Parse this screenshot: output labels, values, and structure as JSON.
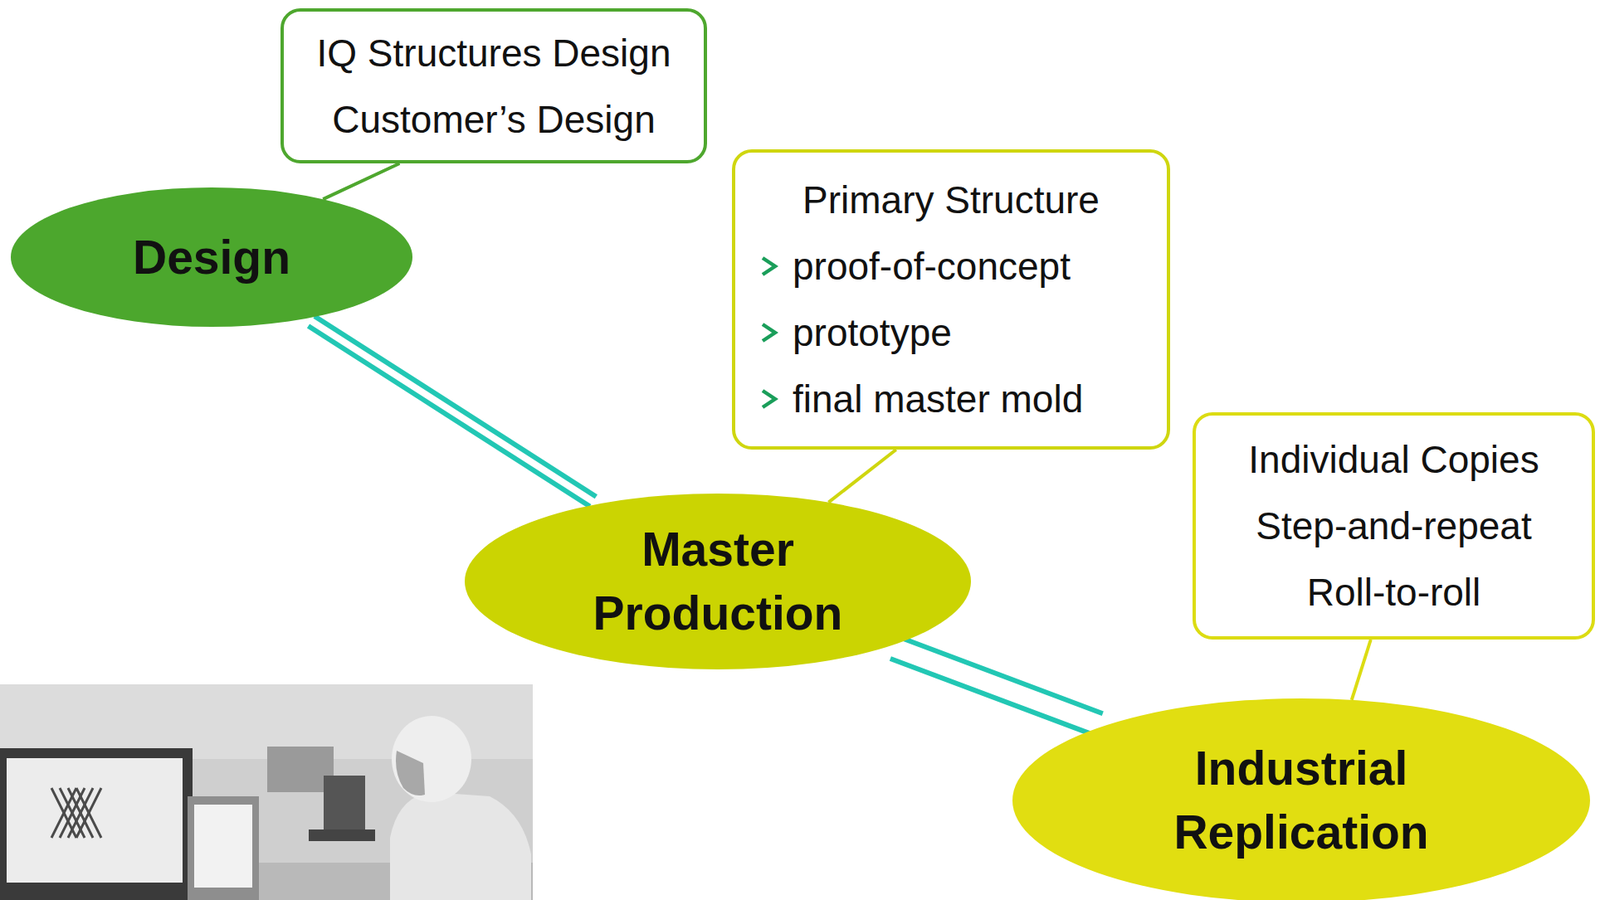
{
  "diagram": {
    "nodes": [
      {
        "text": [
          "IQ Structures Design",
          "Customer’s Design"
        ]
      },
      {
        "text": [
          "Design"
        ]
      },
      {
        "text": [
          "Primary Structure",
          "proof-of-concept",
          "prototype",
          "final master mold"
        ]
      },
      {
        "text": [
          "Master Production"
        ]
      },
      {
        "text": [
          "Individual Copies",
          "Step-and-repeat",
          "Roll-to-roll"
        ]
      },
      {
        "text": [
          "Industrial Replication"
        ]
      }
    ],
    "edges": [
      {
        "from": 0,
        "to": 1,
        "arrow": "none"
      },
      {
        "from": 1,
        "to": 3,
        "arrow": "none"
      },
      {
        "from": 2,
        "to": 3,
        "arrow": "none"
      },
      {
        "from": 3,
        "to": 5,
        "arrow": "none"
      },
      {
        "from": 4,
        "to": 5,
        "arrow": "none"
      }
    ]
  }
}
